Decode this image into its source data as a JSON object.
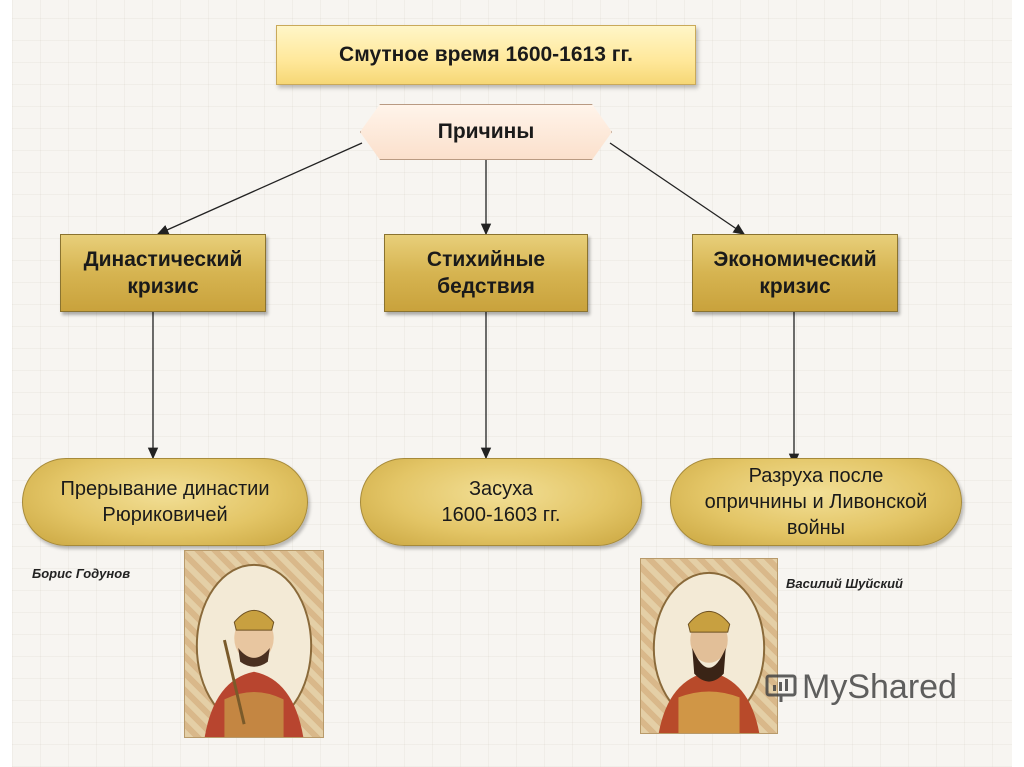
{
  "title": "Смутное время 1600-1613 гг.",
  "causes_label": "Причины",
  "causes": [
    {
      "lines": [
        "Династический",
        "кризис"
      ]
    },
    {
      "lines": [
        "Стихийные",
        "бедствия"
      ]
    },
    {
      "lines": [
        "Экономический",
        "кризис"
      ]
    }
  ],
  "effects": [
    {
      "lines": [
        "Прерывание династии",
        "Рюриковичей"
      ]
    },
    {
      "lines": [
        "Засуха",
        "1600-1603 гг."
      ]
    },
    {
      "lines": [
        "Разруха после",
        "опричнины и Ливонской",
        "войны"
      ]
    }
  ],
  "portraits": [
    {
      "caption": "Борис Годунов"
    },
    {
      "caption": "Василий Шуйский"
    }
  ],
  "watermark": "MyShared"
}
